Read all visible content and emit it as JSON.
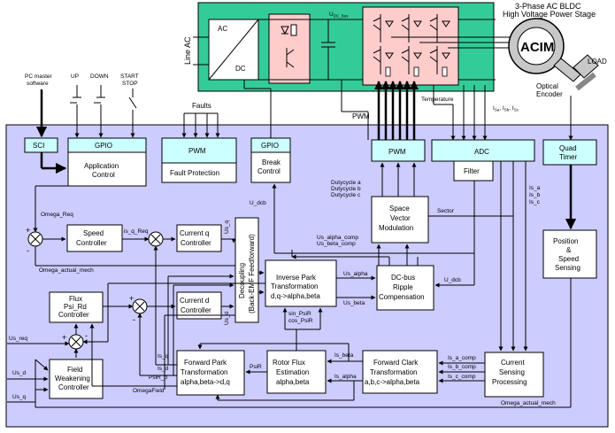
{
  "power_stage": {
    "title_line1": "3-Phase AC BLDC",
    "title_line2": "High Voltage Power Stage",
    "line_ac": "Line AC",
    "ac": "AC",
    "dc": "DC",
    "udc_bus": "U",
    "udc_bus_sub": "DC_Bus",
    "motor": "ACIM",
    "load": "LOAD",
    "encoder_line1": "Optical",
    "encoder_line2": "Encoder"
  },
  "inputs": {
    "pc_master_line1": "PC master",
    "pc_master_line2": "software",
    "up": "UP",
    "down": "DOWN",
    "start_stop_line1": "START",
    "start_stop_line2": "STOP",
    "faults": "Faults"
  },
  "signals": {
    "pwm_top": "PWM",
    "temperature": "Temperature",
    "currents_line": "I",
    "currents_subs": [
      "Sa",
      "Sb",
      "Sc"
    ],
    "omega_req": "Omega_Req",
    "is_q_req": "is_q_Req",
    "omega_actual_mech": "Omega_actual_mech",
    "omega_actual_mech2": "Omega_actual_mech",
    "u_dcb": "U_dcb",
    "u_dcb2": "U_dcb",
    "sector": "Sector",
    "dutycycle_a": "Dutycycle a",
    "dutycycle_b": "Dutycycle b",
    "dutycycle_c": "Dutycycle c",
    "us_alpha_comp": "Us_alpha_comp",
    "us_beta_comp": "Us_beta_comp",
    "us_alpha": "Us_alpha",
    "us_beta": "Us_beta",
    "us_q": "Us_q",
    "us_d": "Us_d",
    "sin_psir": "sin_PsiR",
    "cos_psir": "cos_PsiR",
    "is_a": "Is_a",
    "is_b": "Is_b",
    "is_c": "Is_c",
    "is_a_comp": "Is_a_comp",
    "is_b_comp": "Is_b_comp",
    "is_c_comp": "Is_c_comp",
    "is_beta": "Is_beta",
    "is_alpha": "Is_alpha",
    "is_q": "Is_q",
    "is_d": "Is_d",
    "psir": "PsiR",
    "psir_d": "PsiR_d",
    "omega_field": "OmegaField",
    "us_req": "Us_req",
    "left_us_d": "Us_d",
    "left_us_q": "Us_q"
  },
  "blocks": {
    "sci": "SCI",
    "gpio": "GPIO",
    "app_control_line1": "Application",
    "app_control_line2": "Control",
    "pwm_fault": "PWM",
    "fault_protection": "Fault Protection",
    "gpio_break": "GPIO",
    "break_control_line1": "Break",
    "break_control_line2": "Control",
    "pwm_mod": "PWM",
    "adc": "ADC",
    "filter": "Filter",
    "quad_timer_line1": "Quad",
    "quad_timer_line2": "Timer",
    "speed_ctrl_line1": "Speed",
    "speed_ctrl_line2": "Controller",
    "currentq_line1": "Current q",
    "currentq_line2": "Controller",
    "currentd_line1": "Current d",
    "currentd_line2": "Controller",
    "flux_line1": "Flux",
    "flux_line2": "Psi_Rd",
    "flux_line3": "Controller",
    "fw_line1": "Field",
    "fw_line2": "Weakening",
    "fw_line3": "Controller",
    "decoupling_line1": "Decoupling",
    "decoupling_line2": "(Back-EMF Feedforward)",
    "inv_park_line1": "Inverse Park",
    "inv_park_line2": "Transformation",
    "inv_park_line3": "d,q->alpha,beta",
    "svm_line1": "Space",
    "svm_line2": "Vector",
    "svm_line3": "Modulation",
    "dcbus_line1": "DC-bus",
    "dcbus_line2": "Ripple",
    "dcbus_line3": "Compensation",
    "fwd_park_line1": "Forward Park",
    "fwd_park_line2": "Transformation",
    "fwd_park_line3": "alpha,beta->d,q",
    "rotor_flux_line1": "Rotor Flux",
    "rotor_flux_line2": "Estimation",
    "rotor_flux_line3": "alpha,beta",
    "fwd_clark_line1": "Forward Clark",
    "fwd_clark_line2": "Transformation",
    "fwd_clark_line3": "a,b,c->alpha,beta",
    "cur_sense_line1": "Current",
    "cur_sense_line2": "Sensing",
    "cur_sense_line3": "Processing",
    "pos_line1": "Position",
    "pos_line2": "&",
    "pos_line3": "Speed",
    "pos_line4": "Sensing"
  },
  "colors": {
    "controller_bg": "#ccccff",
    "power_stage_bg": "#33cc99",
    "rectifier_bg": "#ffcccc",
    "inverter_bg": "#ffcccc",
    "peripheral_bg": "#ccffff"
  }
}
